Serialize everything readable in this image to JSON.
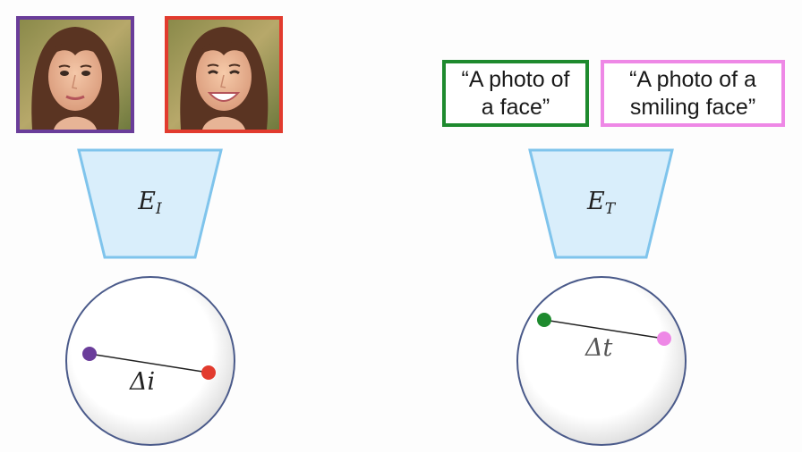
{
  "diagram": {
    "image_branch": {
      "photos": [
        {
          "subject": "neutral-face-photo",
          "border_color": "#6a3d9a"
        },
        {
          "subject": "smiling-face-photo",
          "border_color": "#e23b2e"
        }
      ],
      "encoder": {
        "symbol": "E",
        "subscript": "I",
        "fill": "#d9eefb",
        "stroke": "#7fc4ec"
      },
      "embedding": {
        "delta_label": "Δi",
        "points": [
          {
            "name": "neutral-face-point",
            "color": "#6a3d9a"
          },
          {
            "name": "smiling-face-point",
            "color": "#e23b2e"
          }
        ]
      }
    },
    "text_branch": {
      "prompts": [
        {
          "text": "“A photo of\na face”",
          "border_color": "#1e8a2e"
        },
        {
          "text": "“A photo of a\nsmiling face”",
          "border_color": "#ee88e6"
        }
      ],
      "encoder": {
        "symbol": "E",
        "subscript": "T",
        "fill": "#d9eefb",
        "stroke": "#7fc4ec"
      },
      "embedding": {
        "delta_label": "Δt",
        "points": [
          {
            "name": "face-text-point",
            "color": "#1e8a2e"
          },
          {
            "name": "smiling-text-point",
            "color": "#ee88e6"
          }
        ]
      }
    }
  }
}
